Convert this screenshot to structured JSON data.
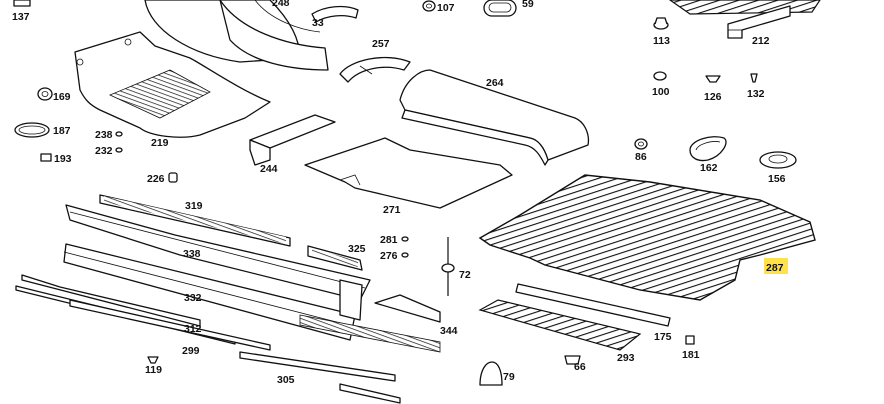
{
  "diagram": {
    "labels": [
      "137",
      "248",
      "33",
      "107",
      "59",
      "113",
      "212",
      "257",
      "264",
      "169",
      "187",
      "193",
      "238",
      "232",
      "219",
      "100",
      "126",
      "132",
      "86",
      "162",
      "156",
      "244",
      "271",
      "226",
      "319",
      "281",
      "276",
      "325",
      "338",
      "72",
      "287",
      "332",
      "312",
      "344",
      "175",
      "181",
      "299",
      "119",
      "66",
      "293",
      "305",
      "79"
    ],
    "highlighted_label": "287",
    "highlight_color": "#ffe24a"
  }
}
